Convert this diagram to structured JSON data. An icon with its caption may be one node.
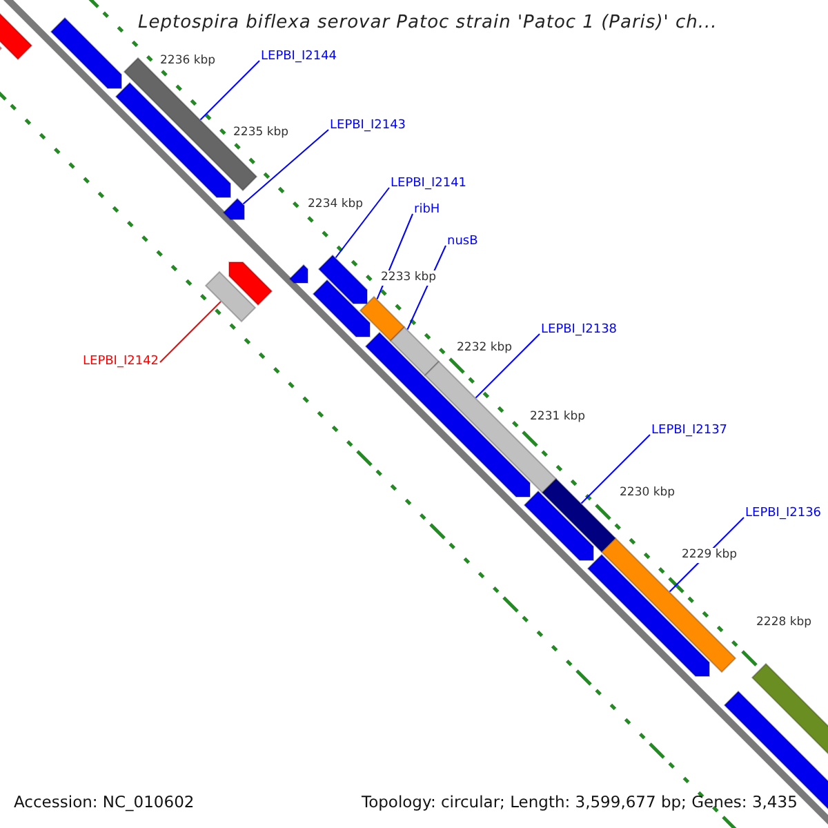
{
  "diagram": {
    "title": "Leptospira biflexa serovar Patoc strain 'Patoc 1 (Paris)' ch...",
    "nodes": [
      {
        "text": [
          "LEPBI_I2144"
        ]
      },
      {
        "text": [
          "LEPBI_I2143"
        ]
      },
      {
        "text": [
          "LEPBI_I2141"
        ]
      },
      {
        "text": [
          "ribH"
        ]
      },
      {
        "text": [
          "nusB"
        ]
      },
      {
        "text": [
          "LEPBI_I2138"
        ]
      },
      {
        "text": [
          "LEPBI_I2137"
        ]
      },
      {
        "text": [
          "LEPBI_I2136"
        ]
      },
      {
        "text": [
          "LEPBI_I2142"
        ]
      },
      {
        "text": [],
        "shape": "bar"
      },
      {
        "text": [],
        "shape": "bar"
      },
      {
        "text": [],
        "shape": "bar"
      },
      {
        "text": [],
        "shape": "bar"
      },
      {
        "text": [],
        "shape": "bar"
      },
      {
        "text": [],
        "shape": "bar"
      },
      {
        "text": [],
        "shape": "bar"
      },
      {
        "text": [],
        "shape": "bar"
      },
      {
        "text": [],
        "shape": "bar"
      },
      {
        "text": [],
        "shape": "bar"
      },
      {
        "text": [],
        "shape": "bar"
      },
      {
        "text": [],
        "shape": "bar"
      },
      {
        "text": [],
        "shape": "bar"
      },
      {
        "text": [],
        "shape": "bar"
      },
      {
        "text": [],
        "shape": "bar"
      },
      {
        "text": [],
        "shape": "bar"
      },
      {
        "text": [],
        "shape": "bar"
      },
      {
        "text": [],
        "shape": "bar"
      },
      {
        "text": [],
        "shape": "bar"
      },
      {
        "text": [],
        "shape": "bar"
      },
      {
        "text": [],
        "shape": "bar"
      }
    ],
    "edges": [
      {
        "from": 0,
        "to": 9,
        "arrow": "none"
      },
      {
        "from": 1,
        "to": 10,
        "arrow": "none"
      },
      {
        "from": 2,
        "to": 12,
        "arrow": "none"
      },
      {
        "from": 3,
        "to": 13,
        "arrow": "none"
      },
      {
        "from": 4,
        "to": 14,
        "arrow": "none"
      },
      {
        "from": 5,
        "to": 15,
        "arrow": "none"
      },
      {
        "from": 6,
        "to": 16,
        "arrow": "none"
      },
      {
        "from": 7,
        "to": 17,
        "arrow": "none"
      },
      {
        "from": 8,
        "to": 11,
        "arrow": "none",
        "color": "#ff0000"
      }
    ],
    "labels": [
      "2236 kbp",
      "2235 kbp",
      "2234 kbp",
      "2233 kbp",
      "2232 kbp",
      "2231 kbp",
      "2230 kbp",
      "2229 kbp",
      "2228 kbp",
      "Accession: NC_010602",
      "Topology: circular; Length: 3,599,677 bp; Genes: 3,435"
    ]
  }
}
